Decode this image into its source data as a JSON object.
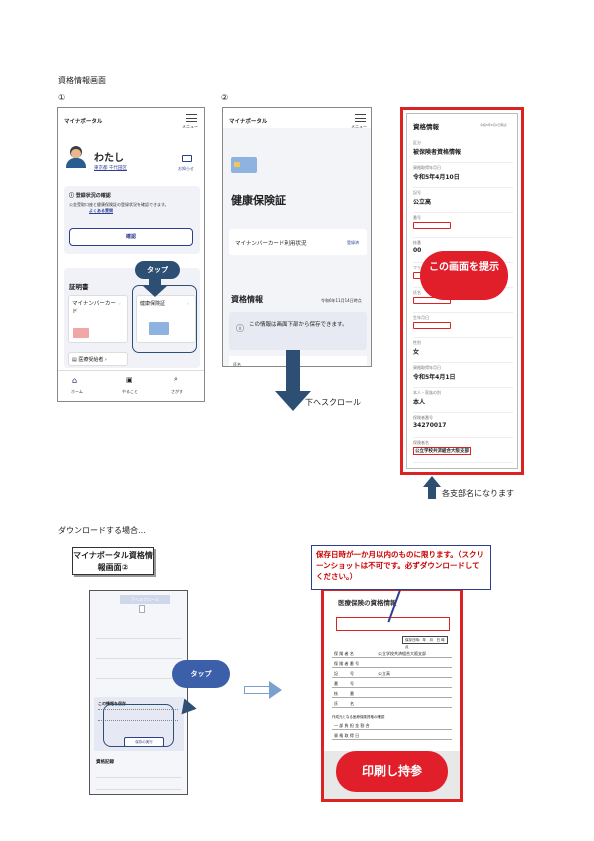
{
  "page": {
    "heading": "資格情報画面",
    "step1": "①",
    "step2": "②",
    "scroll_caption": "下へスクロール",
    "branch_caption": "各支部名になります",
    "download_heading": "ダウンロードする場合…"
  },
  "screen1": {
    "app_title": "マイナポータル",
    "menu_label": "メニュー",
    "user_name": "わたし",
    "user_area": "東京都 千代田区",
    "notice_label": "お知らせ",
    "reg_title": "登録状況の確認",
    "reg_text": "公金受取口座と健康保険証の登録状況を確認できます。",
    "reg_link": "よくある質問",
    "confirm_button": "確認",
    "cert_heading": "証明書",
    "card_mynumber": "マイナンバーカード",
    "card_health": "健康保険証",
    "card_medical": "医療受給者",
    "tap_label": "タップ",
    "nav_home": "ホーム",
    "nav_todo": "やること",
    "nav_search": "さがす"
  },
  "screen2": {
    "app_title": "マイナポータル",
    "menu_label": "メニュー",
    "title": "健康保険証",
    "status_label": "マイナンバーカード利用状況",
    "status_value": "登録済",
    "info_heading": "資格情報",
    "info_date": "令和6年11月14日時点",
    "info_note": "この情報は画面下部から保存できます。",
    "cut_label": "氏名"
  },
  "screen3": {
    "title": "資格情報",
    "date": "令和6年6月2日時点",
    "fields": [
      {
        "label": "区分",
        "value": "被保険者資格情報"
      },
      {
        "label": "資格取得年月日",
        "value": "令和5年4月10日"
      },
      {
        "label": "記号",
        "value": "公立高"
      },
      {
        "label": "番号",
        "value": ""
      },
      {
        "label": "枝番",
        "value": "00"
      },
      {
        "label": "フリガナ",
        "value": ""
      },
      {
        "label": "氏名",
        "value": ""
      },
      {
        "label": "生年月日",
        "value": ""
      },
      {
        "label": "性別",
        "value": "女"
      },
      {
        "label": "資格取得年月日",
        "value": "令和5年4月1日"
      },
      {
        "label": "本人・家族の別",
        "value": "本人"
      },
      {
        "label": "保険者番号",
        "value": "34270017"
      },
      {
        "label": "保険者名",
        "value": "公立学校共済組合大阪支部"
      }
    ],
    "badge": "この画面を提示"
  },
  "download": {
    "label_box": "マイナポータル資格情報画面②",
    "scroll_chip": "下へスクロール",
    "save_title": "この情報を保存",
    "save_btn": "保存の実行",
    "history_title": "資格記録",
    "tap_label": "タップ",
    "notice": "保存日時が一か月以内のものに限ります。（スクリーンショットは不可です。必ずダウンロードしてください。）",
    "doc_title": "医療保険の資格情報",
    "doc_date_label": "保存日時：",
    "doc_date_value": "年　月　日 時点",
    "doc_rows": [
      {
        "k": "保 険 者 名",
        "v": "公立学校共済組合大阪支部"
      },
      {
        "k": "保 険 者 番 号",
        "v": ""
      },
      {
        "k": "記　　　号",
        "v": "公立高"
      },
      {
        "k": "番　　　号",
        "v": ""
      },
      {
        "k": "枝　　　番",
        "v": ""
      },
      {
        "k": "氏　　　名",
        "v": ""
      }
    ],
    "doc_sub": "作成元となる医療保険資格の確認",
    "doc_rows2": [
      {
        "k": "一 部 負 担 金 割 合",
        "v": ""
      },
      {
        "k": "資 格 取 得 日",
        "v": ""
      }
    ],
    "print_badge": "印刷し持参"
  },
  "colors": {
    "red": "#d22222",
    "navy": "#2d4f73",
    "accent": "#2c3e8f"
  }
}
